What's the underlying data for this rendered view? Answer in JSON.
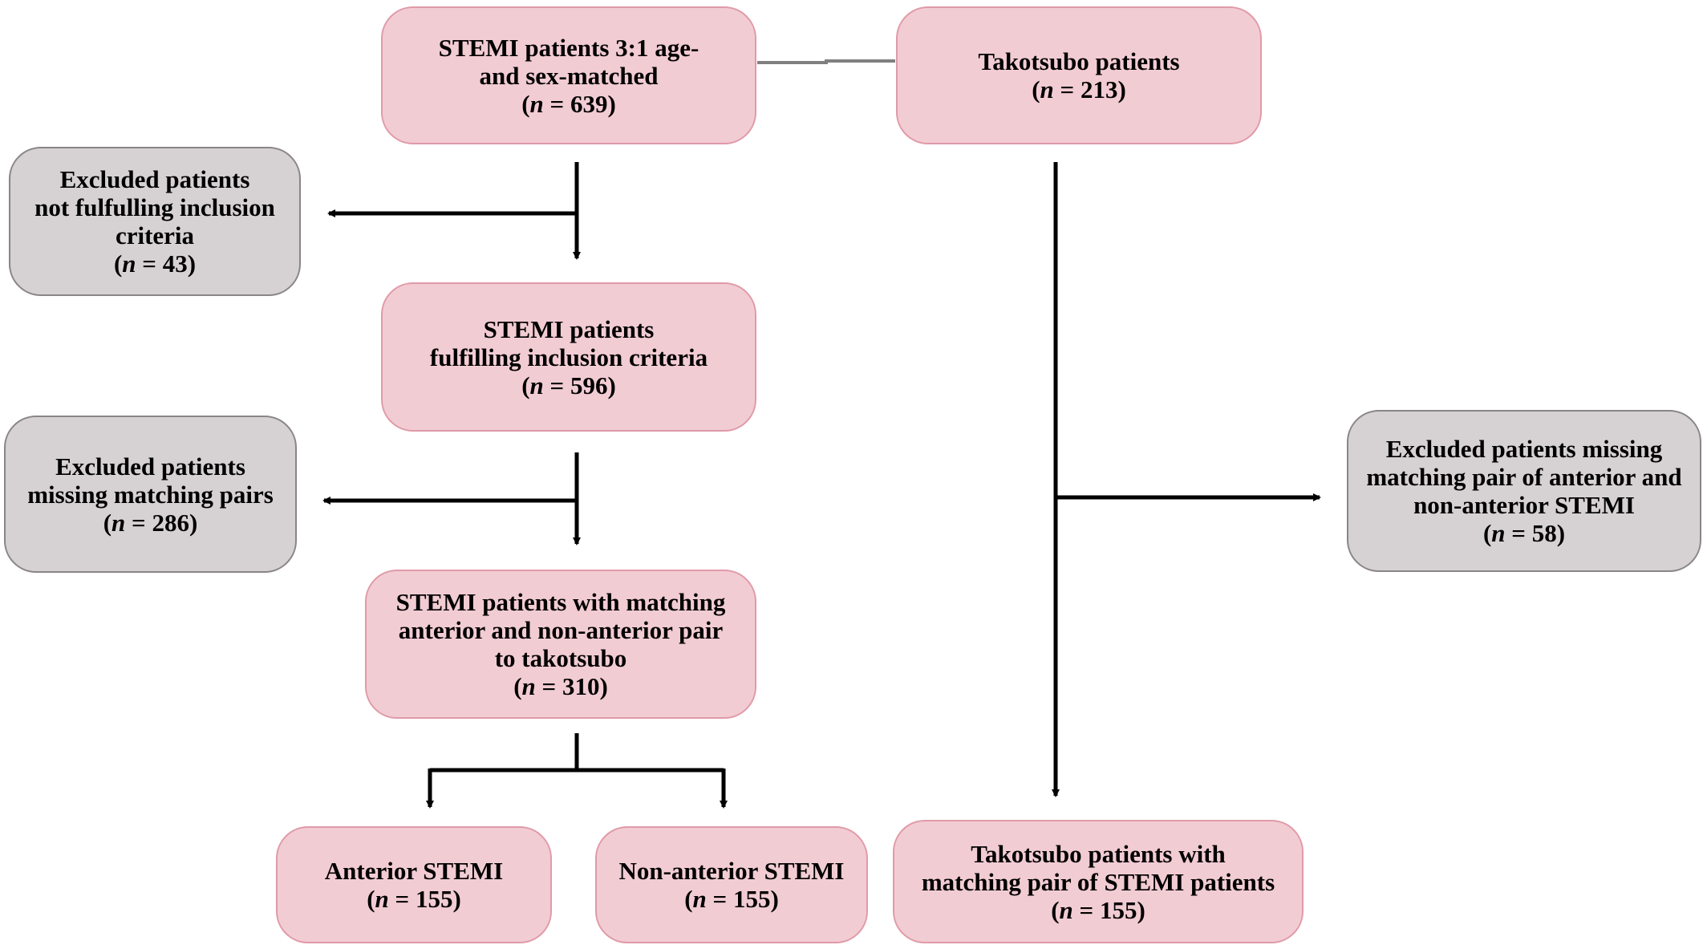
{
  "colors": {
    "stemi_fill": "#f2ccd3",
    "stemi_border": "#e09aa8",
    "excluded_fill": "#d6d1d2",
    "excluded_border": "#8a8586",
    "arrow": "#000000",
    "connector": "#808080"
  },
  "nodes": {
    "stemi_matched": {
      "lines": [
        "STEMI patients 3:1 age-",
        "and sex-matched"
      ],
      "n_label": "n",
      "n_value": "= 639)"
    },
    "takotsubo": {
      "lines": [
        "Takotsubo patients"
      ],
      "n_label": "n",
      "n_value": "= 213)"
    },
    "excluded_inclusion": {
      "lines": [
        "Excluded patients",
        "not fulfulling inclusion",
        "criteria"
      ],
      "n_label": "n",
      "n_value": "= 43)"
    },
    "stemi_inclusion": {
      "lines": [
        "STEMI patients",
        "fulfilling inclusion criteria"
      ],
      "n_label": "n",
      "n_value": "= 596)"
    },
    "excluded_missing_pairs": {
      "lines": [
        "Excluded patients",
        "missing matching pairs"
      ],
      "n_label": "n",
      "n_value": "= 286)"
    },
    "excluded_takotsubo": {
      "lines": [
        "Excluded patients missing",
        "matching pair of anterior and",
        "non-anterior STEMI"
      ],
      "n_label": "n",
      "n_value": "= 58)"
    },
    "stemi_pairs": {
      "lines": [
        "STEMI patients with matching",
        "anterior and non-anterior pair",
        "to takotsubo"
      ],
      "n_label": "n",
      "n_value": "= 310)"
    },
    "anterior": {
      "lines": [
        "Anterior STEMI"
      ],
      "n_label": "n",
      "n_value": "= 155)"
    },
    "non_anterior": {
      "lines": [
        "Non-anterior STEMI"
      ],
      "n_label": "n",
      "n_value": "= 155)"
    },
    "takotsubo_matched": {
      "lines": [
        "Takotsubo patients with",
        "matching pair of STEMI patients"
      ],
      "n_label": "n",
      "n_value": "= 155)"
    }
  }
}
